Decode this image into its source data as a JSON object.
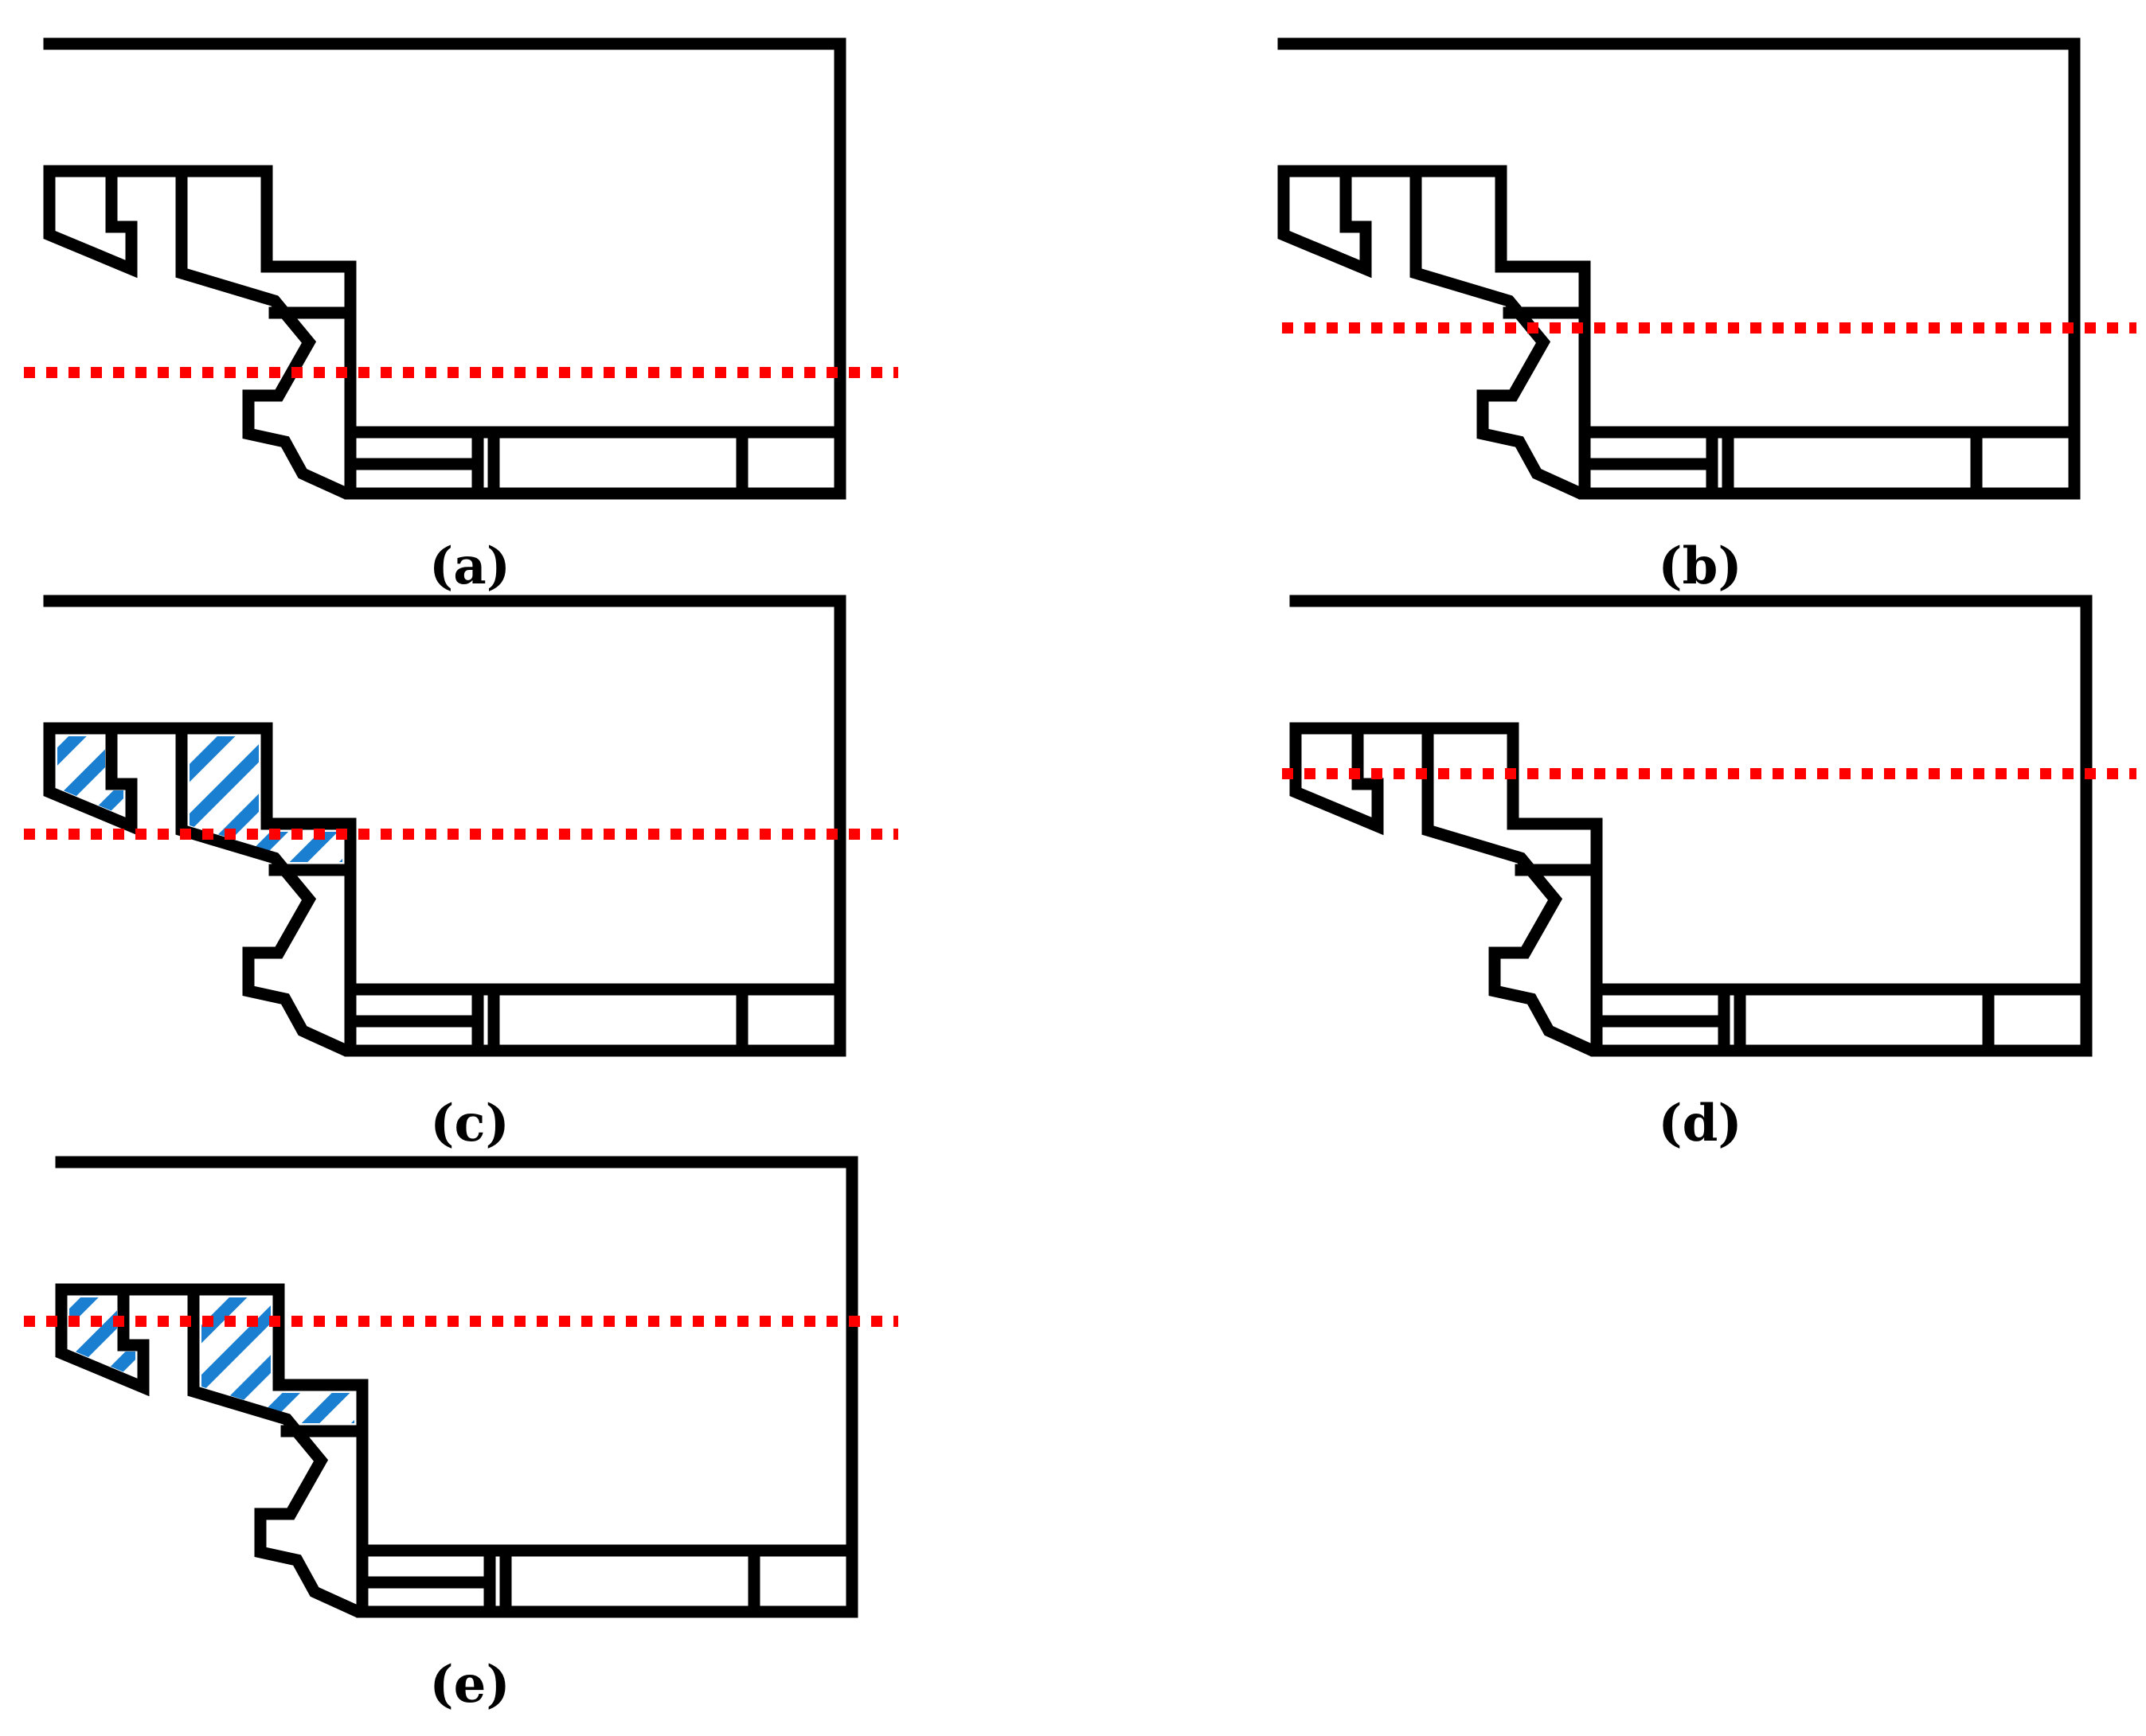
{
  "figure": {
    "panels": [
      {
        "id": "a",
        "label": "(a)",
        "line_level": "above bottom slot",
        "hatched": false
      },
      {
        "id": "b",
        "label": "(b)",
        "line_level": "through lower step",
        "hatched": false
      },
      {
        "id": "c",
        "label": "(c)",
        "line_level": "through upper step",
        "hatched": true
      },
      {
        "id": "d",
        "label": "(d)",
        "line_level": "through grooves",
        "hatched": false
      },
      {
        "id": "e",
        "label": "(e)",
        "line_level": "at groove tops",
        "hatched": true
      }
    ]
  },
  "colors": {
    "outline": "#000000",
    "cut_line": "#ff0000",
    "hatch": "#1a7fd0",
    "background": "#ffffff"
  }
}
